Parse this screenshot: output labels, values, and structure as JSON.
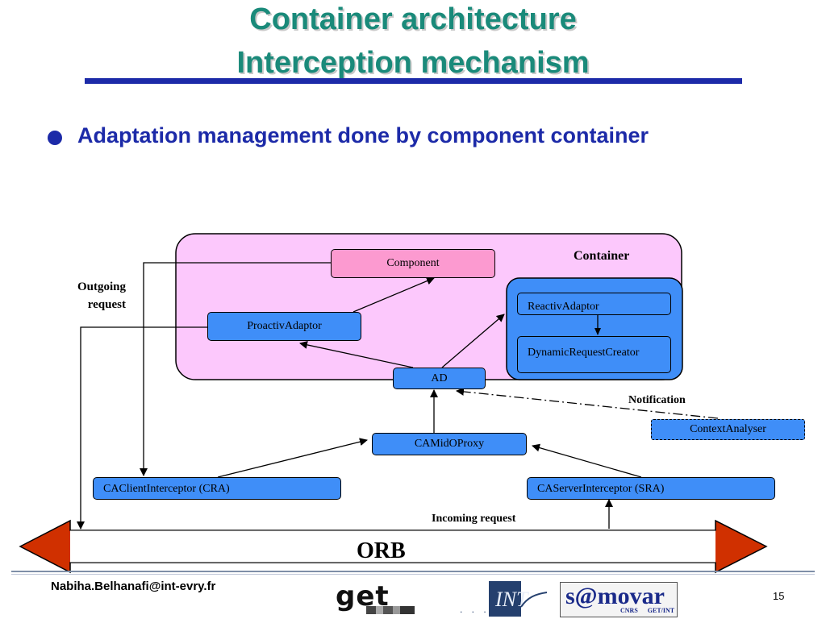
{
  "slide": {
    "title_line1": "Container architecture",
    "title_line2": "Interception mechanism",
    "bullet": "Adaptation management done by component container",
    "email": "Nabiha.Belhanafi@int-evry.fr",
    "page_number": "15"
  },
  "diagram": {
    "container_label": "Container",
    "component": "Component",
    "proactiv_adaptor": "ProactivAdaptor",
    "reactiv_adaptor": "ReactivAdaptor",
    "dynamic_request_creator": "DynamicRequestCreator",
    "ad": "AD",
    "notification": "Notification",
    "context_analyser": "ContextAnalyser",
    "camido_proxy": "CAMidOProxy",
    "client_interceptor": "CAClientInterceptor (CRA)",
    "server_interceptor": "CAServerInterceptor (SRA)",
    "incoming_request": "Incoming request",
    "outgoing_request_line1": "Outgoing",
    "outgoing_request_line2": "request",
    "orb": "ORB"
  },
  "logos": {
    "get": "get",
    "int": "INT",
    "samovar": "s@movar",
    "samovar_sub": "CNRS GET/INT"
  },
  "colors": {
    "title": "#1a8a7a",
    "bullet": "#1c2aa8",
    "container_fill": "#fcc8fc",
    "component_fill": "#fc9ad0",
    "box_fill": "#3f8ef8",
    "orb_fill": "#d03000"
  }
}
